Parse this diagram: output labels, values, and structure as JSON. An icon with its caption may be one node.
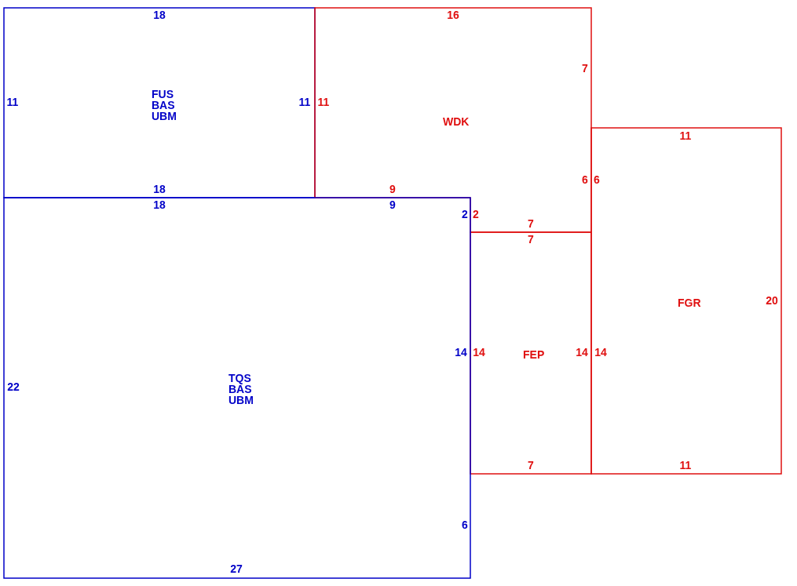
{
  "diagram": {
    "nodes": [
      {
        "text": [
          "FUS",
          "BAS",
          "UBM"
        ]
      },
      {
        "text": [
          "WDK"
        ]
      },
      {
        "text": [
          "FGR"
        ]
      },
      {
        "text": [
          "FEP"
        ]
      },
      {
        "text": [
          "TQS",
          "BAS",
          "UBM"
        ]
      }
    ],
    "labels": [
      "18",
      "16",
      "7",
      "11",
      "11",
      "11",
      "11",
      "6",
      "6",
      "18",
      "9",
      "18",
      "9",
      "2",
      "2",
      "7",
      "7",
      "20",
      "14",
      "14",
      "14",
      "14",
      "22",
      "7",
      "11",
      "6",
      "27"
    ]
  }
}
